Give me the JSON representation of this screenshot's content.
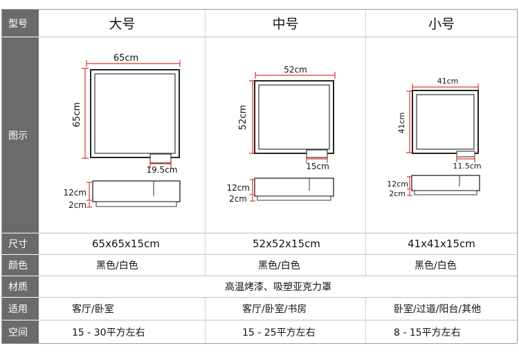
{
  "labels": {
    "model": "型号",
    "diagram": "图示",
    "size": "尺寸",
    "color": "颜色",
    "material": "材质",
    "usage": "适用",
    "space": "空间"
  },
  "columns": [
    {
      "name": "大号",
      "size": "65x65x15cm",
      "color": "黑色/白色",
      "usage": "客厅/卧室",
      "space": "15 - 30平方左右",
      "dims": {
        "width": "65cm",
        "height": "65cm",
        "light": "19.5cm",
        "thick": "12cm",
        "base": "2cm"
      }
    },
    {
      "name": "中号",
      "size": "52x52x15cm",
      "color": "黑色/白色",
      "usage": "客厅/卧室/书房",
      "space": "15 - 25平方左右",
      "dims": {
        "width": "52cm",
        "height": "52cm",
        "light": "15cm",
        "thick": "12cm",
        "base": "2cm"
      }
    },
    {
      "name": "小号",
      "size": "41x41x15cm",
      "color": "黑色/白色",
      "usage": "卧室/过道/阳台/其他",
      "space": "8 - 15平方左右",
      "dims": {
        "width": "41cm",
        "height": "41cm",
        "light": "11.5cm",
        "thick": "12cm",
        "base": "2cm"
      }
    }
  ],
  "material_text": "高温烤漆、吸塑亚克力罩"
}
